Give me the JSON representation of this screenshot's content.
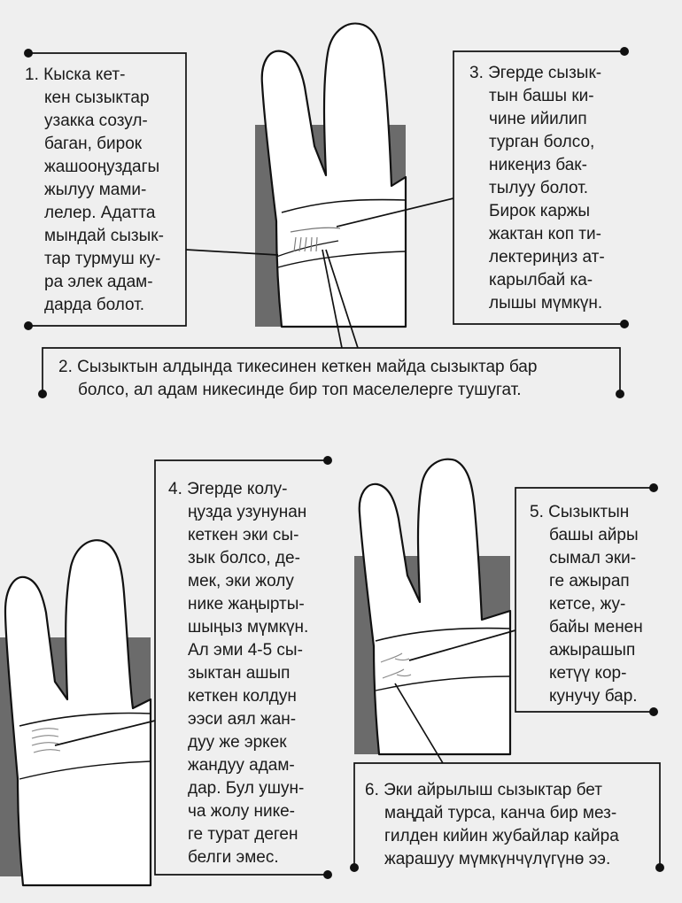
{
  "notes": [
    {
      "id": "1",
      "lines": [
        "1. Кыска кет-",
        "кен сызыктар",
        "узакка созул-",
        "баган, бирок",
        "жашооңуздагы",
        "жылуу мами-",
        "лелер. Адатта",
        "мындай сызык-",
        "тар турмуш ку-",
        "ра элек адам-",
        "дарда болот."
      ]
    },
    {
      "id": "2",
      "lines": [
        "2. Сызыктын алдында тикесинен кеткен майда сызыктар бар",
        "болсо, ал адам никесинде бир топ маселелерге тушугат."
      ]
    },
    {
      "id": "3",
      "lines": [
        "3. Эгерде сызык-",
        "тын башы ки-",
        "чине ийилип",
        "турган болсо,",
        "никеңиз бак-",
        "тылуу болот.",
        "Бирок  каржы",
        "жактан коп ти-",
        "лектериңиз ат-",
        "карылбай ка-",
        "лышы мүмкүн."
      ]
    },
    {
      "id": "4",
      "lines": [
        "4. Эгерде колу-",
        "ңузда узунунан",
        "кеткен эки сы-",
        "зык болсо, де-",
        "мек, эки жолу",
        "нике жаңырты-",
        "шыңыз мүмкүн.",
        "Ал эми 4-5 сы-",
        "зыктан ашып",
        "кеткен колдун",
        "ээси аял жан-",
        "дуу же эркек",
        "жандуу  адам-",
        "дар. Бул ушун-",
        "ча жолу нике-",
        "ге турат деген",
        "белги эмес."
      ]
    },
    {
      "id": "5",
      "lines": [
        "5. Сызыктын",
        "башы айры",
        "сымал эки-",
        "ге ажырап",
        "кетсе, жу-",
        "байы менен",
        "ажырашып",
        "кетүү кор-",
        "кунучу бар."
      ]
    },
    {
      "id": "6",
      "lines": [
        "6. Эки айрылыш сызыктар бет",
        "маңдай турса, канча бир мез-",
        "гилден кийин жубайлар кайра",
        "жарашуу мүмкүнчүлүгүнө ээ."
      ]
    }
  ]
}
